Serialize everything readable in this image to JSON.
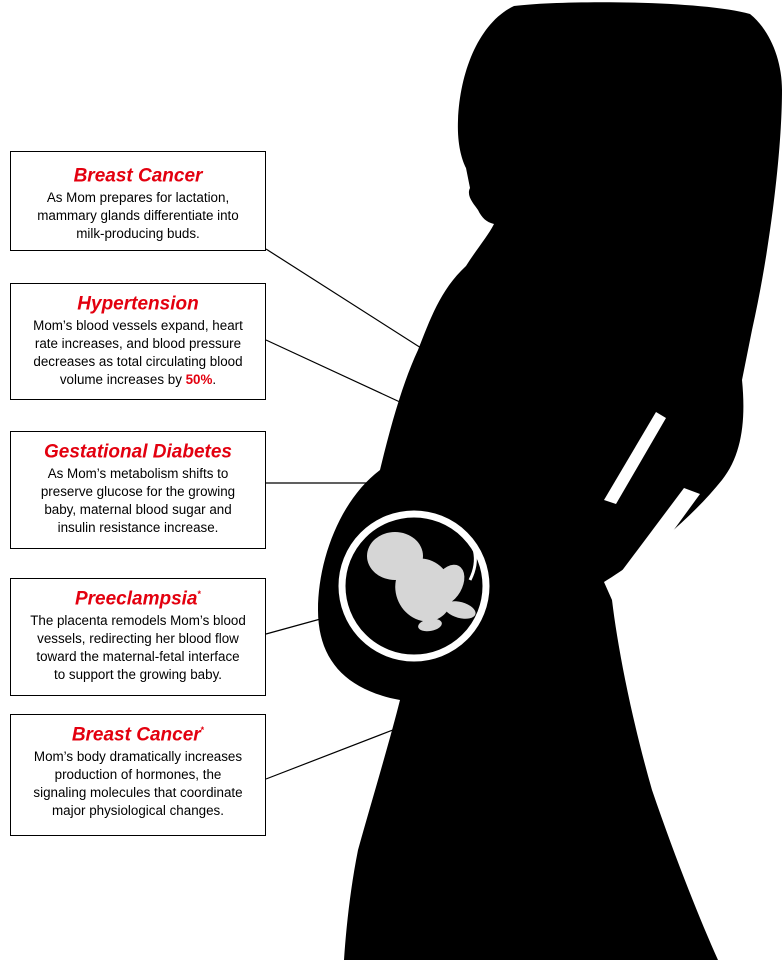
{
  "colors": {
    "silhouette": "#000000",
    "accent_red": "#e3000f",
    "womb_ring": "#ffffff",
    "fetus": "#d6d6d6"
  },
  "icons": [
    "pregnant-woman-silhouette",
    "fetus-in-womb-icon"
  ],
  "callouts": [
    {
      "title": "Breast Cancer",
      "marker": "",
      "body_lines": [
        "As Mom prepares for lactation,",
        "mammary glands differentiate into",
        "milk-producing buds."
      ]
    },
    {
      "title": "Hypertension",
      "marker": "",
      "body_lines": [
        "Mom’s blood vessels expand, heart",
        "rate increases, and blood pressure",
        "decreases as total circulating blood"
      ],
      "body_last_prefix": "volume increases by ",
      "body_highlight": "50%",
      "body_last_suffix": "."
    },
    {
      "title": "Gestational Diabetes",
      "marker": "",
      "body_lines": [
        "As Mom’s metabolism shifts to",
        "preserve glucose for the growing",
        "baby, maternal blood sugar and",
        "insulin resistance increase."
      ]
    },
    {
      "title": "Preeclampsia",
      "marker": "*",
      "body_lines": [
        "The placenta remodels Mom’s blood",
        "vessels, redirecting her blood flow",
        "toward the maternal-fetal interface",
        "to support the growing baby."
      ]
    },
    {
      "title": "Breast Cancer",
      "marker": "*",
      "body_lines": [
        "Mom’s body dramatically increases",
        "production of hormones, the",
        "signaling molecules that coordinate",
        "major physiological changes."
      ]
    }
  ]
}
